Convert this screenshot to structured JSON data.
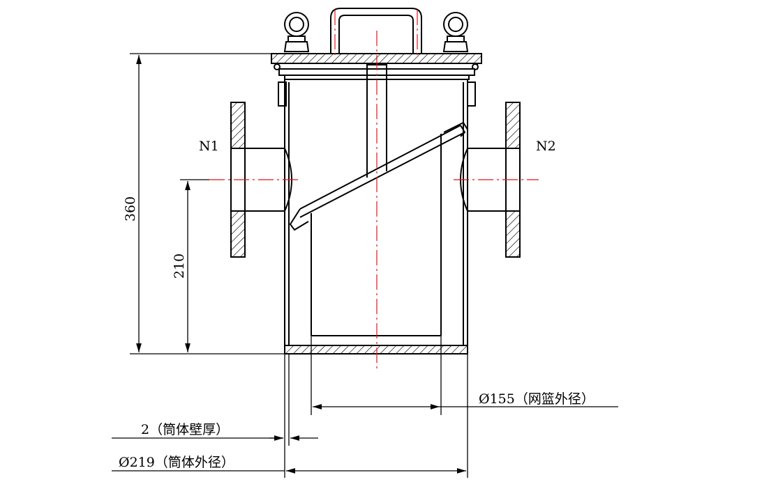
{
  "drawing": {
    "nozzles": {
      "inlet": "N1",
      "outlet": "N2"
    },
    "dimensions": {
      "total_height": "360",
      "nozzle_height": "210",
      "basket_od": "Ø155（网篮外径）",
      "wall_thickness": "2（筒体壁厚）",
      "shell_od": "Ø219（筒体外径）"
    },
    "colors": {
      "line": "#000000",
      "centerline": "#e8121b",
      "hatch": "#000000",
      "background": "#ffffff"
    }
  }
}
